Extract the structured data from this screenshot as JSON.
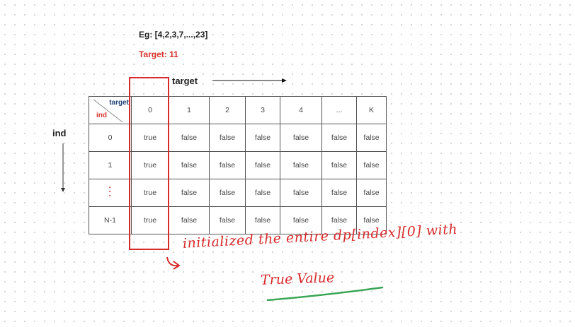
{
  "example": {
    "array_label": "Eg: [4,2,3,7,...,23]",
    "target_label": "Target: 11"
  },
  "axes": {
    "column_axis": "target",
    "row_axis": "ind"
  },
  "table": {
    "corner": {
      "top": "target",
      "bottom": "ind"
    },
    "columns": [
      "0",
      "1",
      "2",
      "3",
      "4",
      "...",
      "K"
    ],
    "rows": [
      {
        "label": "0",
        "cells": [
          "true",
          "false",
          "false",
          "false",
          "false",
          "false",
          "false"
        ]
      },
      {
        "label": "1",
        "cells": [
          "true",
          "false",
          "false",
          "false",
          "false",
          "false",
          "false"
        ]
      },
      {
        "label": "·\n·\n·",
        "cells": [
          "true",
          "false",
          "false",
          "false",
          "false",
          "false",
          "false"
        ]
      },
      {
        "label": "N-1",
        "cells": [
          "true",
          "false",
          "false",
          "false",
          "false",
          "false",
          "false"
        ]
      }
    ]
  },
  "annotation": {
    "line1": "initialized the entire dp[index][0] with",
    "line2": "True Value"
  },
  "colors": {
    "highlight": "#d72a2a",
    "underline": "#3aa656",
    "header_blue": "#1f3f74",
    "row_red": "#d9322e"
  }
}
